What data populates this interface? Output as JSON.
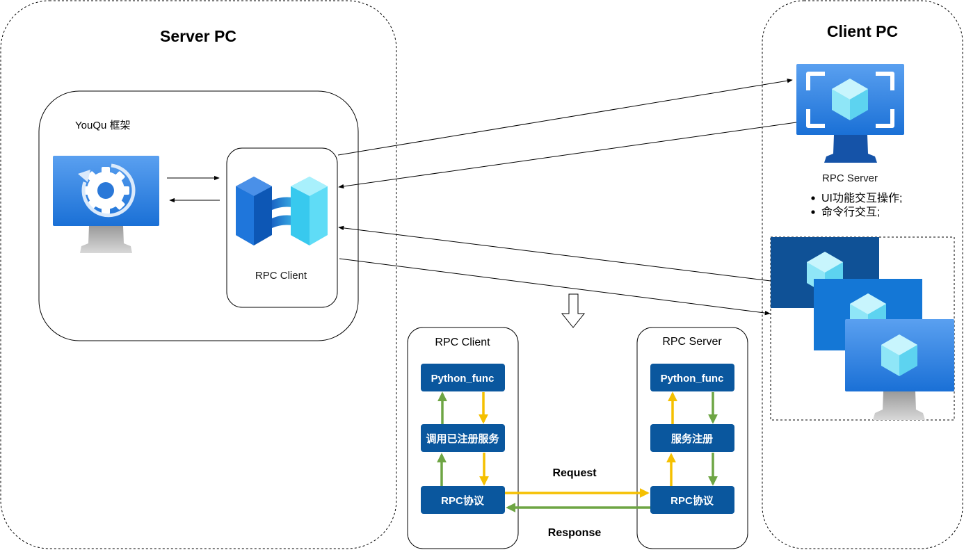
{
  "server_pc": {
    "title": "Server PC",
    "framework_label": "YouQu 框架",
    "rpc_client_label": "RPC Client"
  },
  "client_pc": {
    "title": "Client PC",
    "rpc_server_label": "RPC Server",
    "bullets": [
      "UI功能交互操作;",
      "命令行交互;"
    ]
  },
  "detail": {
    "client": {
      "title": "RPC Client",
      "python_func": "Python_func",
      "call_service": "调用已注册服务",
      "protocol": "RPC协议"
    },
    "server": {
      "title": "RPC Server",
      "python_func": "Python_func",
      "register_service": "服务注册",
      "protocol": "RPC协议"
    },
    "request_label": "Request",
    "response_label": "Response"
  },
  "colors": {
    "box_blue": "#0a579e",
    "arrow_yellow": "#f5c000",
    "arrow_green": "#6ea544",
    "azure_blue": "#3b8be0",
    "dark_blue": "#0f5196",
    "cube_light": "#8fe6f7"
  }
}
